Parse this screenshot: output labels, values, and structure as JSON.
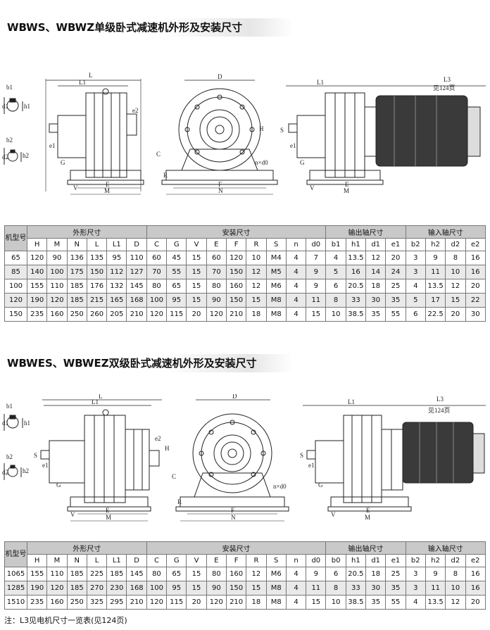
{
  "section1": {
    "title": "WBWS、WBWZ单级卧式减速机外形及安装尺寸",
    "labels": {
      "L": "L",
      "L1": "L1",
      "L3": "L3",
      "see_page": "见124页",
      "D": "D",
      "b1": "b1",
      "h1": "h1",
      "d1": "d1",
      "b2": "b2",
      "h2": "h2",
      "d2": "d2",
      "e1": "e1",
      "e2": "e2",
      "G": "G",
      "V": "V",
      "E": "E",
      "M": "M",
      "F": "F",
      "N": "N",
      "H": "H",
      "C": "C",
      "S": "S",
      "R": "R",
      "nxd0": "n×d0"
    },
    "table": {
      "model_header": "机型号",
      "group_outer": "外形尺寸",
      "group_install": "安装尺寸",
      "group_output": "输出轴尺寸",
      "group_input": "输入轴尺寸",
      "cols": [
        "H",
        "M",
        "N",
        "L",
        "L1",
        "D",
        "C",
        "G",
        "V",
        "E",
        "F",
        "R",
        "S",
        "n",
        "d0",
        "b1",
        "h1",
        "d1",
        "e1",
        "b2",
        "h2",
        "d2",
        "e2"
      ],
      "rows": [
        [
          "65",
          "120",
          "90",
          "136",
          "135",
          "95",
          "110",
          "60",
          "45",
          "15",
          "60",
          "120",
          "10",
          "M4",
          "4",
          "7",
          "4",
          "13.5",
          "12",
          "20",
          "3",
          "9",
          "8",
          "16"
        ],
        [
          "85",
          "140",
          "100",
          "175",
          "150",
          "112",
          "127",
          "70",
          "55",
          "15",
          "70",
          "150",
          "12",
          "M5",
          "4",
          "9",
          "5",
          "16",
          "14",
          "24",
          "3",
          "11",
          "10",
          "16"
        ],
        [
          "100",
          "155",
          "110",
          "185",
          "176",
          "132",
          "145",
          "80",
          "65",
          "15",
          "80",
          "160",
          "12",
          "M6",
          "4",
          "9",
          "6",
          "20.5",
          "18",
          "25",
          "4",
          "13.5",
          "12",
          "20"
        ],
        [
          "120",
          "190",
          "120",
          "185",
          "215",
          "165",
          "168",
          "100",
          "95",
          "15",
          "90",
          "150",
          "15",
          "M8",
          "4",
          "11",
          "8",
          "33",
          "30",
          "35",
          "5",
          "17",
          "15",
          "22"
        ],
        [
          "150",
          "235",
          "160",
          "250",
          "260",
          "205",
          "210",
          "120",
          "115",
          "20",
          "120",
          "210",
          "18",
          "M8",
          "4",
          "15",
          "10",
          "38.5",
          "35",
          "55",
          "6",
          "22.5",
          "20",
          "30"
        ]
      ]
    }
  },
  "section2": {
    "title": "WBWES、WBWEZ双级卧式减速机外形及安装尺寸",
    "labels": {
      "L": "L",
      "L1": "L1",
      "L3": "L3",
      "see_page": "见124页",
      "D": "D",
      "b1": "b1",
      "h1": "h1",
      "d1": "d1",
      "b2": "b2",
      "h2": "h2",
      "d2": "d2",
      "e1": "e1",
      "e2": "e2",
      "G": "G",
      "V": "V",
      "E": "E",
      "M": "M",
      "F": "F",
      "N": "N",
      "H": "H",
      "C": "C",
      "S": "S",
      "R": "R",
      "nxd0": "n×d0"
    },
    "table": {
      "model_header": "机型号",
      "group_outer": "外形尺寸",
      "group_install": "安装尺寸",
      "group_output": "输出轴尺寸",
      "group_input": "输入轴尺寸",
      "cols": [
        "H",
        "M",
        "N",
        "L",
        "L1",
        "D",
        "C",
        "G",
        "V",
        "E",
        "F",
        "R",
        "S",
        "n",
        "d0",
        "b0",
        "h1",
        "d1",
        "e1",
        "b2",
        "h2",
        "d2",
        "e2"
      ],
      "rows": [
        [
          "1065",
          "155",
          "110",
          "185",
          "225",
          "185",
          "145",
          "80",
          "65",
          "15",
          "80",
          "160",
          "12",
          "M6",
          "4",
          "9",
          "6",
          "20.5",
          "18",
          "25",
          "3",
          "9",
          "8",
          "16"
        ],
        [
          "1285",
          "190",
          "120",
          "185",
          "270",
          "230",
          "168",
          "100",
          "95",
          "15",
          "90",
          "150",
          "15",
          "M8",
          "4",
          "11",
          "8",
          "33",
          "30",
          "35",
          "3",
          "11",
          "10",
          "16"
        ],
        [
          "1510",
          "235",
          "160",
          "250",
          "325",
          "295",
          "210",
          "120",
          "115",
          "20",
          "120",
          "210",
          "18",
          "M8",
          "4",
          "15",
          "10",
          "38.5",
          "35",
          "55",
          "4",
          "13.5",
          "12",
          "20"
        ]
      ]
    }
  },
  "note": "注：L3见电机尺寸一览表(见124页)"
}
